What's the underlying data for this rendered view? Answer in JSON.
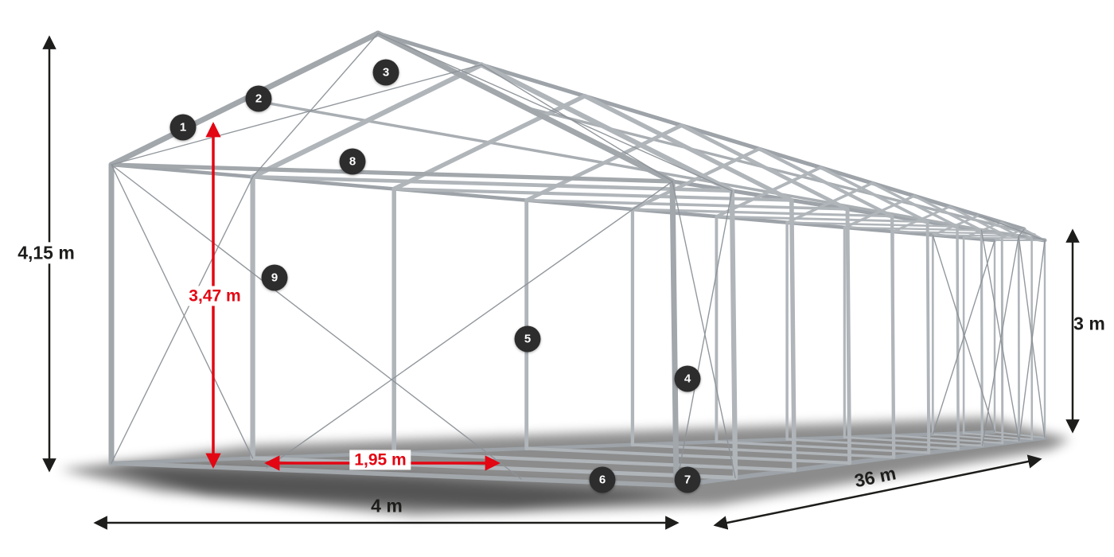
{
  "diagram": {
    "hotspots": [
      {
        "label": "1"
      },
      {
        "label": "2"
      },
      {
        "label": "3"
      },
      {
        "label": "4"
      },
      {
        "label": "5"
      },
      {
        "label": "6"
      },
      {
        "label": "7"
      },
      {
        "label": "8"
      },
      {
        "label": "9"
      }
    ],
    "dimensions": {
      "total_height": "4,15 m",
      "ridge_clearance": "3,47 m",
      "entrance_width": "1,95 m",
      "width": "4 m",
      "side_height": "3 m",
      "length": "36 m"
    },
    "colors": {
      "highlight_red": "#e30613",
      "dimension_black": "#1d1d1b",
      "frame_gray": "#a9aeb3",
      "hotspot_bg": "#2d2d2d",
      "hotspot_text": "#ffffff"
    }
  }
}
